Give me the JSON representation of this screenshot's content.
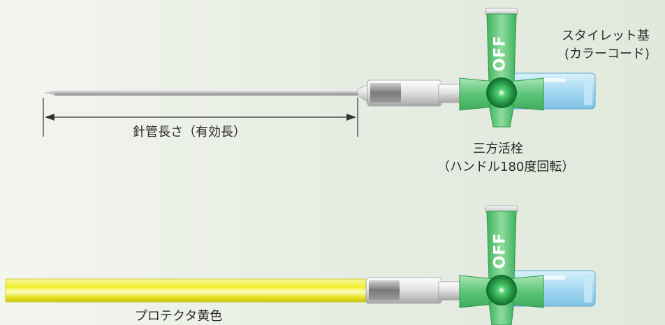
{
  "labels": {
    "needle_length": "針管長さ（有効長）",
    "stylet_hub_line1": "スタイレット基",
    "stylet_hub_line2": "(カラーコード)",
    "stopcock_line1": "三方活栓",
    "stopcock_line2": "（ハンドル180度回転）",
    "protector": "プロテクタ黄色",
    "handle_off": "OFF"
  },
  "colors": {
    "handle_green": "#4cbf6a",
    "handle_dark_green": "#1a8a3a",
    "hub_blue": "#9fd3ef",
    "protector_yellow": "#f2f03a",
    "needle_gray": "#9a9a9a"
  }
}
